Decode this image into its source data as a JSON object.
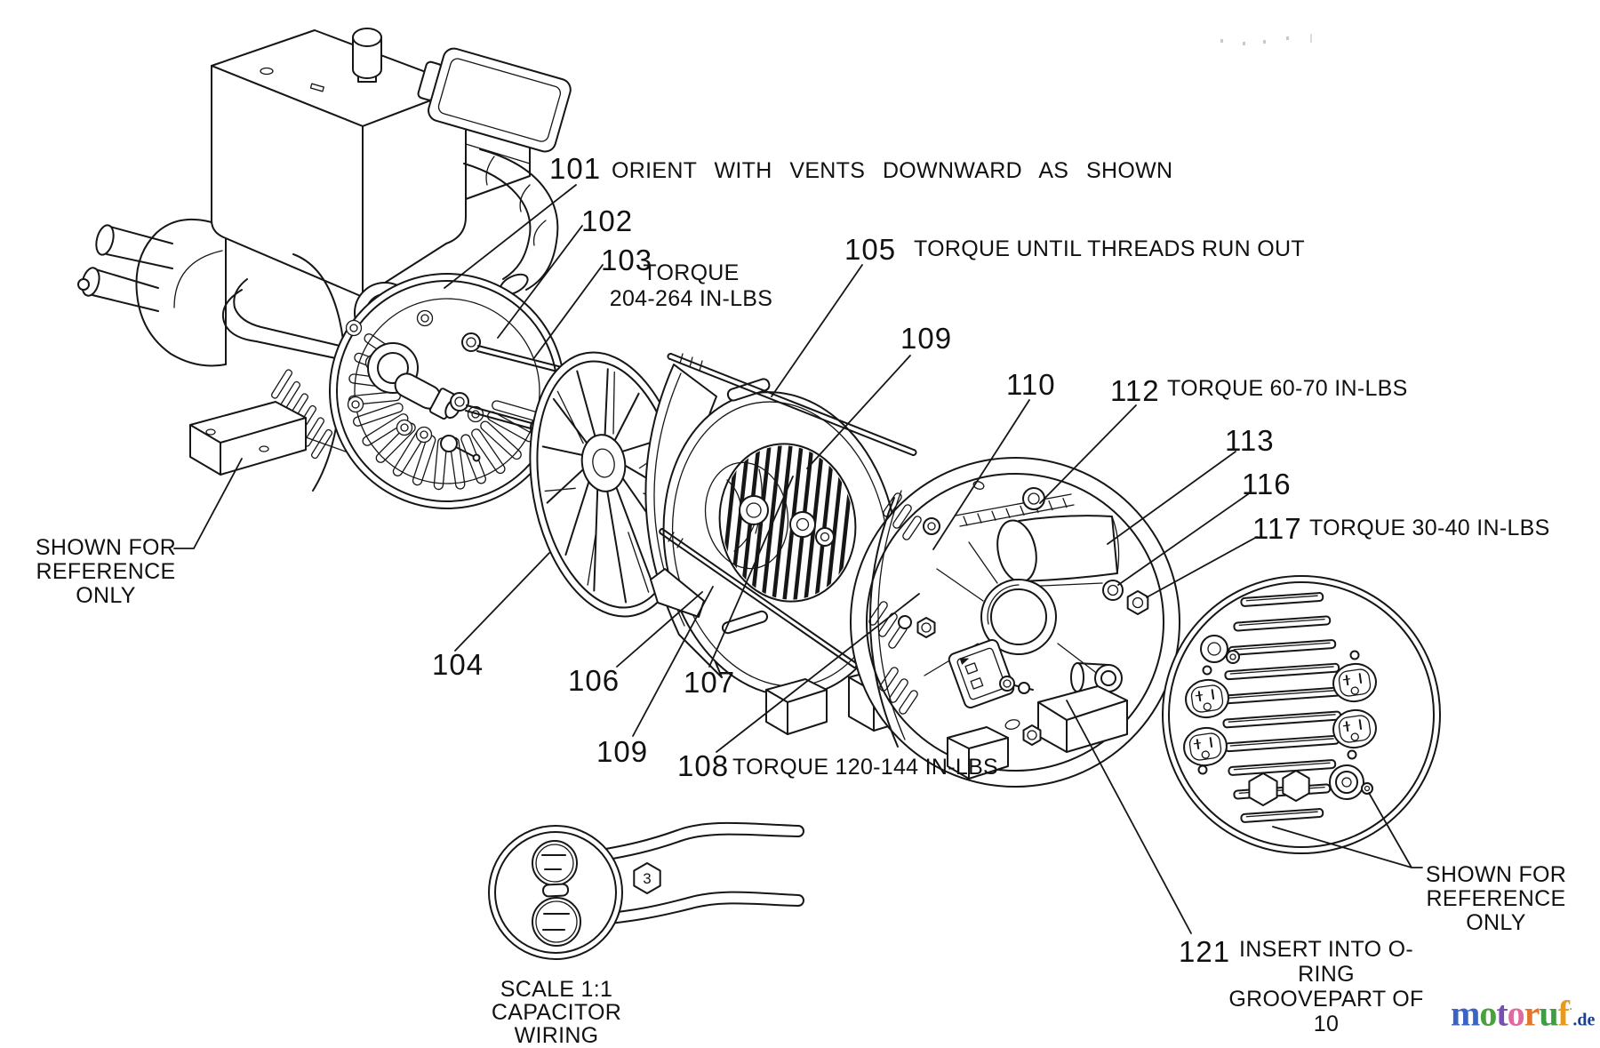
{
  "figure": {
    "background": "#ffffff",
    "stroke_color": "#161616",
    "description": "Exploded parts diagram of a generator alternator assembly attached to an engine"
  },
  "callouts": {
    "c101": {
      "num": "101",
      "note": "ORIENT WITH VENTS DOWNWARD AS SHOWN"
    },
    "c102": {
      "num": "102"
    },
    "c103": {
      "num": "103",
      "note_line1": "TORQUE",
      "note_line2": "204-264 IN-LBS"
    },
    "c104": {
      "num": "104"
    },
    "c105": {
      "num": "105",
      "note": "TORQUE UNTIL THREADS RUN OUT"
    },
    "c106": {
      "num": "106"
    },
    "c107": {
      "num": "107"
    },
    "c108": {
      "num": "108",
      "note": "TORQUE 120-144 IN-LBS"
    },
    "c109a": {
      "num": "109"
    },
    "c109b": {
      "num": "109"
    },
    "c110": {
      "num": "110"
    },
    "c112": {
      "num": "112",
      "note": "TORQUE 60-70 IN-LBS"
    },
    "c113": {
      "num": "113"
    },
    "c116": {
      "num": "116"
    },
    "c117": {
      "num": "117",
      "note": "TORQUE 30-40 IN-LBS"
    },
    "c121": {
      "num": "121",
      "note_line1": "INSERT INTO O-RING",
      "note_line2": "GROOVEPART OF 10"
    }
  },
  "references": {
    "left": {
      "line1": "SHOWN FOR",
      "line2": "REFERENCE ONLY"
    },
    "right": {
      "line1": "SHOWN FOR",
      "line2": "REFERENCE ONLY"
    }
  },
  "detail": {
    "scale_label": "SCALE 1:1",
    "title": "CAPACITOR WIRING",
    "hex_marker": "3"
  },
  "watermark": {
    "letters": [
      {
        "ch": "m",
        "color": "#3b63c4"
      },
      {
        "ch": "o",
        "color": "#4aa13c"
      },
      {
        "ch": "t",
        "color": "#7a4fb5"
      },
      {
        "ch": "o",
        "color": "#e0699f"
      },
      {
        "ch": "r",
        "color": "#e2762a"
      },
      {
        "ch": "u",
        "color": "#3f9e43"
      },
      {
        "ch": "f",
        "color": "#e69a21"
      }
    ],
    "tm_dot": "·",
    "suffix": {
      "text": ".de",
      "color": "#1b3e8f"
    }
  }
}
